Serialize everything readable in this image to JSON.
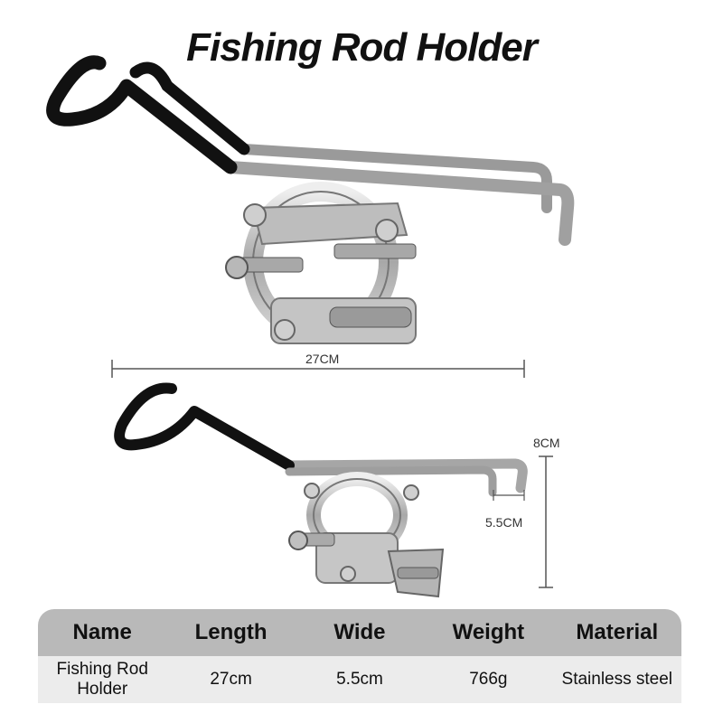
{
  "title": "Fishing Rod Holder",
  "dimensions": {
    "length_label": "27CM",
    "height_label": "8CM",
    "width_label": "5.5CM"
  },
  "spec_table": {
    "headers": [
      "Name",
      "Length",
      "Wide",
      "Weight",
      "Material"
    ],
    "row": [
      "Fishing Rod Holder",
      "27cm",
      "5.5cm",
      "766g",
      "Stainless steel"
    ]
  },
  "colors": {
    "metal": "#b8b8b8",
    "grip": "#111111",
    "table_header": "#b9b9b9",
    "table_row": "#ececec"
  }
}
